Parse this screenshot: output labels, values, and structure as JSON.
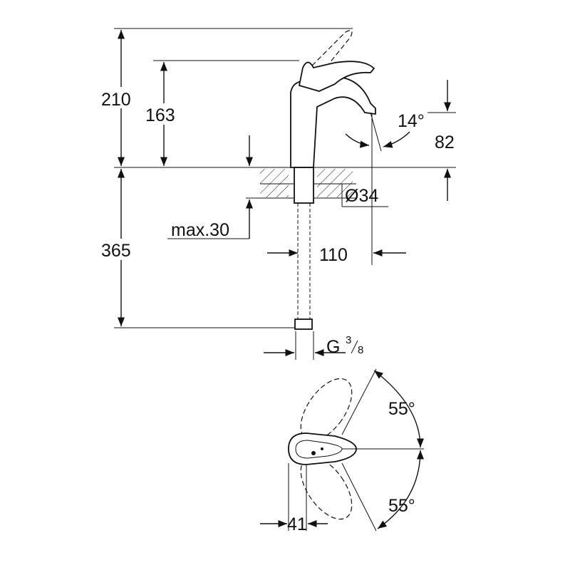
{
  "title": "Basin mixer dimension drawing",
  "dimensions": {
    "total_height": "210",
    "spout_height": "163",
    "spout_angle": "14°",
    "spout_drop": "82",
    "hole_diameter": "Ø34",
    "max_thickness": "max.30",
    "hose_length": "365",
    "projection": "110",
    "connection_main": "G",
    "connection_num": "3",
    "connection_den": "8",
    "lever_angle_top": "55°",
    "lever_angle_bottom": "55°",
    "body_width": "41"
  },
  "colors": {
    "line": "#111111",
    "background": "#ffffff"
  }
}
